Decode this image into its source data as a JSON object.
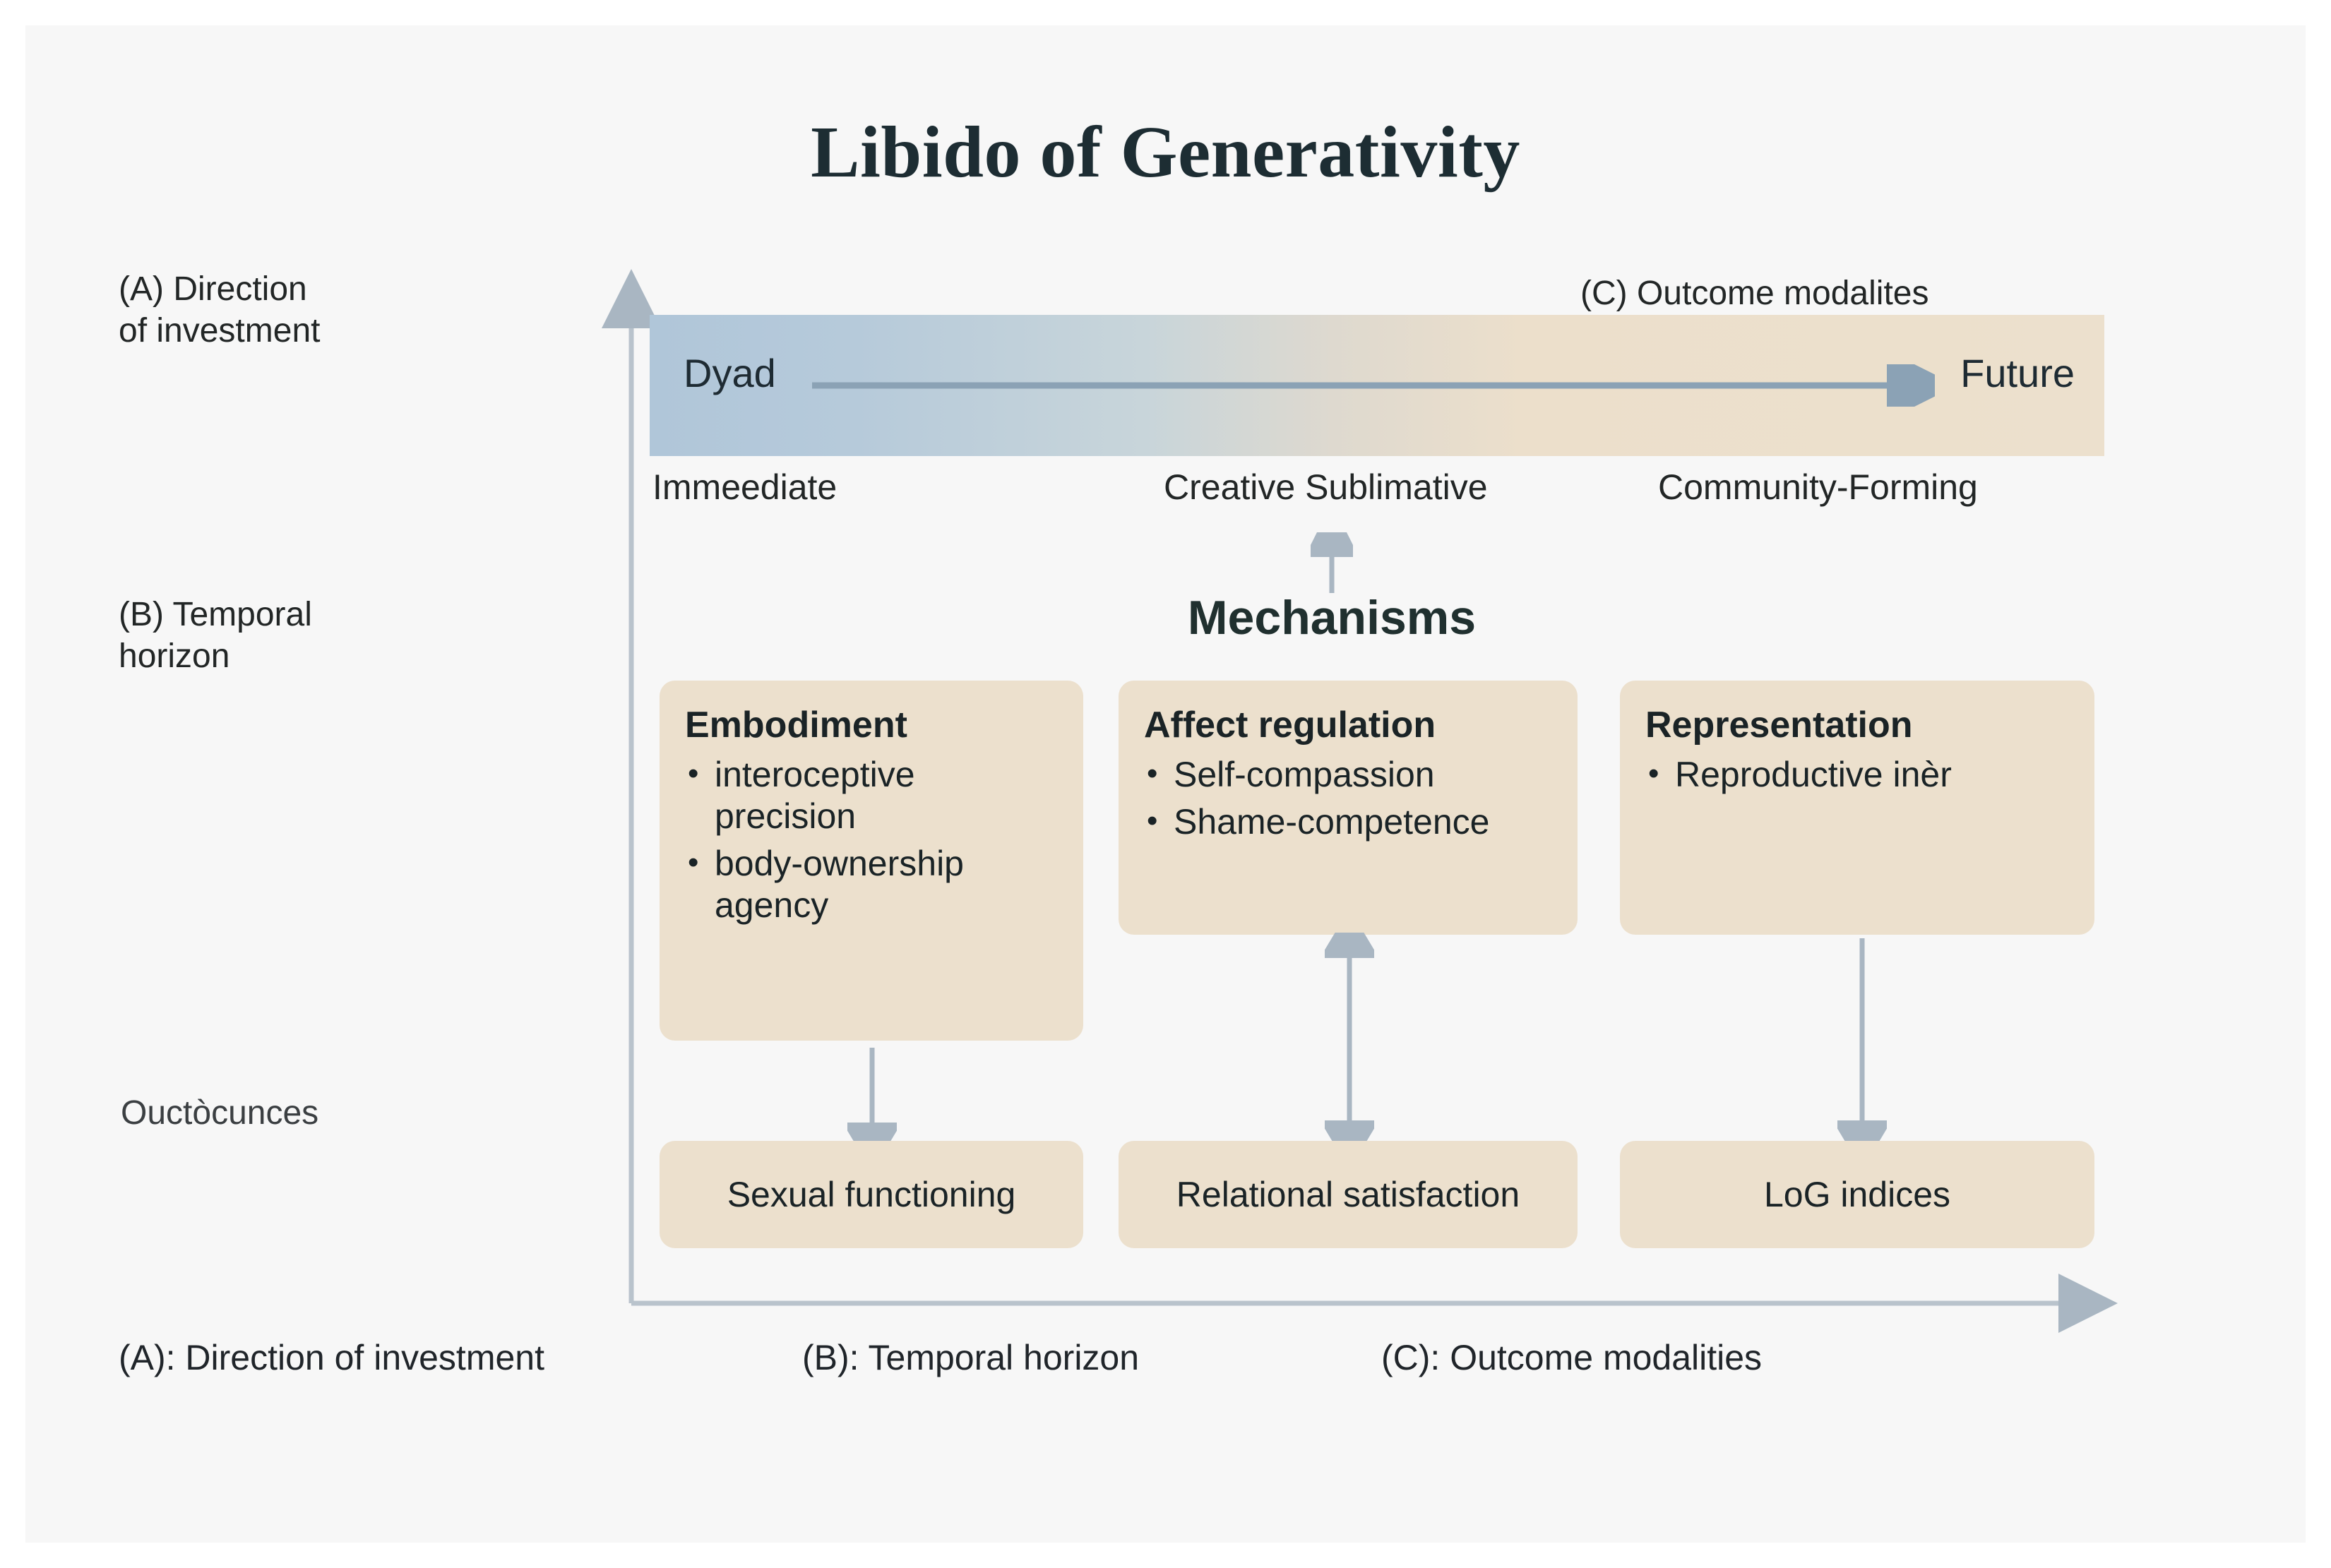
{
  "title": "Libido of Generativity",
  "axis_labels": {
    "left_a": "(A) Direction\nof investment",
    "left_a_line1": "(A) Direction",
    "left_a_line2": "of investment",
    "left_b_line1": "(B) Temporal",
    "left_b_line2": "horizon",
    "left_outcomes": "Ouctòcunces",
    "top_right_c": "(C) Outcome modalites"
  },
  "band": {
    "left_text": "Dyad",
    "right_text": "Future",
    "gradient_from": "#b0c6d9",
    "gradient_to": "#ece0cd",
    "arrow": "rightward-arrow"
  },
  "column_headers": [
    "Immeediate",
    "Creative Sublimative",
    "Community-Forming"
  ],
  "mechanisms_heading": "Mechanisms",
  "cards": [
    {
      "title": "Embodiment",
      "bullets": [
        "interoceptive precision",
        "body-ownership agency"
      ]
    },
    {
      "title": "Affect regulation",
      "bullets": [
        "Self-compassion",
        "Shame-competence"
      ]
    },
    {
      "title": "Representation",
      "bullets": [
        "Reproductive inèr"
      ]
    }
  ],
  "outcomes": [
    "Sexual functioning",
    "Relational satisfaction",
    "LoG indices"
  ],
  "connectors": [
    {
      "from": "Embodiment",
      "to": "Sexual functioning",
      "kind": "down-arrow"
    },
    {
      "from": "Affect regulation",
      "to": "Relational satisfaction",
      "kind": "double-arrow"
    },
    {
      "from": "Representation",
      "to": "LoG indices",
      "kind": "down-arrow"
    }
  ],
  "footnotes": [
    "(A): Direction of investment",
    "(B): Temporal horizon",
    "(C): Outcome modalities"
  ],
  "colors": {
    "page_background": "#ffffff",
    "canvas_background": "#f7f7f7",
    "card_beige": "#ece0cd",
    "band_blue": "#b0c6d9",
    "arrow_gray": "#a9b6c2",
    "text_dark": "#1a2326"
  }
}
